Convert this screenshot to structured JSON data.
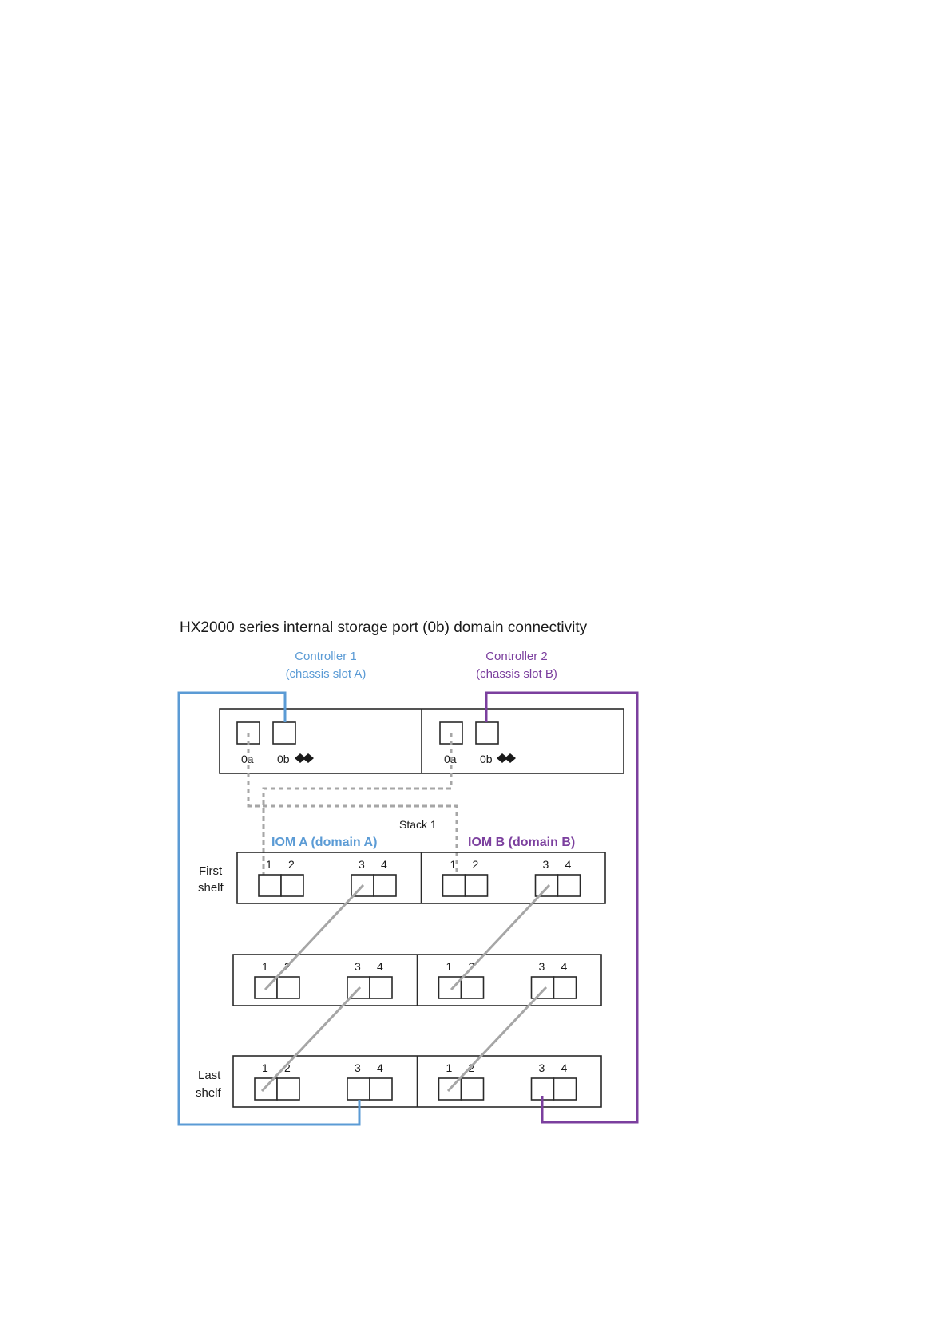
{
  "title": "HX2000 series internal storage port (0b) domain connectivity",
  "controllers": [
    {
      "name": "Controller 1",
      "slot": "(chassis slot A)",
      "port_a": "0a",
      "port_b": "0b"
    },
    {
      "name": "Controller 2",
      "slot": "(chassis slot B)",
      "port_a": "0a",
      "port_b": "0b"
    }
  ],
  "stack_label": "Stack 1",
  "iom_a_label": "IOM A (domain A)",
  "iom_b_label": "IOM B (domain B)",
  "first_shelf_label": [
    "First",
    "shelf"
  ],
  "last_shelf_label": [
    "Last",
    "shelf"
  ],
  "port_numbers": [
    "1",
    "2",
    "3",
    "4"
  ],
  "colors": {
    "domain_a": "#5b9bd5",
    "domain_b": "#7b3f9e",
    "stack_cable": "#a6a6a6",
    "sas_cable": "#a6a6a6"
  }
}
